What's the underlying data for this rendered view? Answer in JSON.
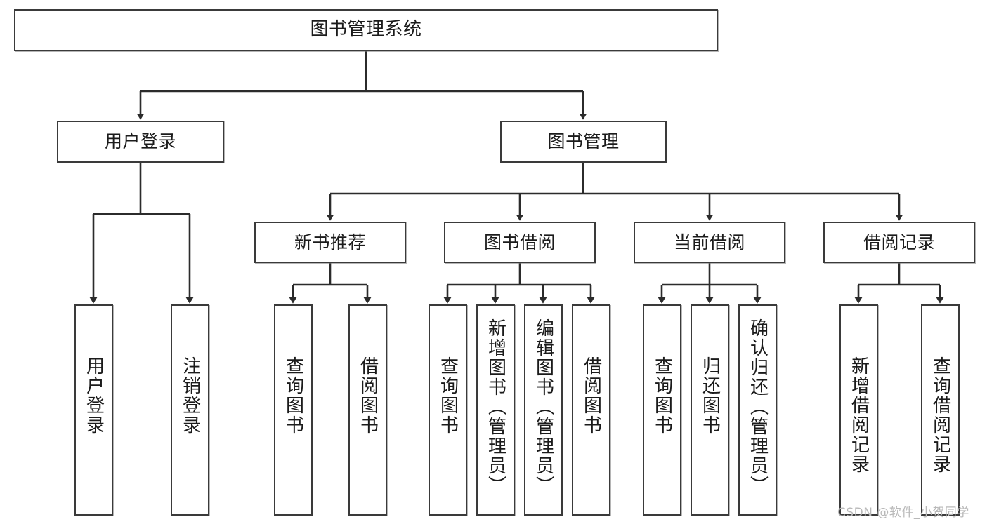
{
  "diagram": {
    "title": "图书管理系统",
    "type": "hierarchical-tree",
    "colors": {
      "box_border": "#3a3a3a",
      "box_fill": "#ffffff",
      "connector": "#2b2b2b",
      "text": "#1b1b1b",
      "watermark": "#b9b9b9"
    },
    "root": {
      "label": "图书管理系统"
    },
    "level2": [
      {
        "label": "用户登录"
      },
      {
        "label": "图书管理"
      }
    ],
    "level3": [
      {
        "label": "新书推荐"
      },
      {
        "label": "图书借阅"
      },
      {
        "label": "当前借阅"
      },
      {
        "label": "借阅记录"
      }
    ],
    "leaves": {
      "user_login": [
        {
          "label": "用户登录"
        },
        {
          "label": "注销登录"
        }
      ],
      "new_book_recommend": [
        {
          "label": "查询图书"
        },
        {
          "label": "借阅图书"
        }
      ],
      "book_borrow": [
        {
          "label": "查询图书"
        },
        {
          "label": "新增图书（管理员）"
        },
        {
          "label": "编辑图书（管理员）"
        },
        {
          "label": "借阅图书"
        }
      ],
      "current_borrow": [
        {
          "label": "查询图书"
        },
        {
          "label": "归还图书"
        },
        {
          "label": "确认归还（管理员）"
        }
      ],
      "borrow_record": [
        {
          "label": "新增借阅记录"
        },
        {
          "label": "查询借阅记录"
        }
      ]
    }
  },
  "watermark": {
    "text": "CSDN @软件_小贺同学"
  }
}
